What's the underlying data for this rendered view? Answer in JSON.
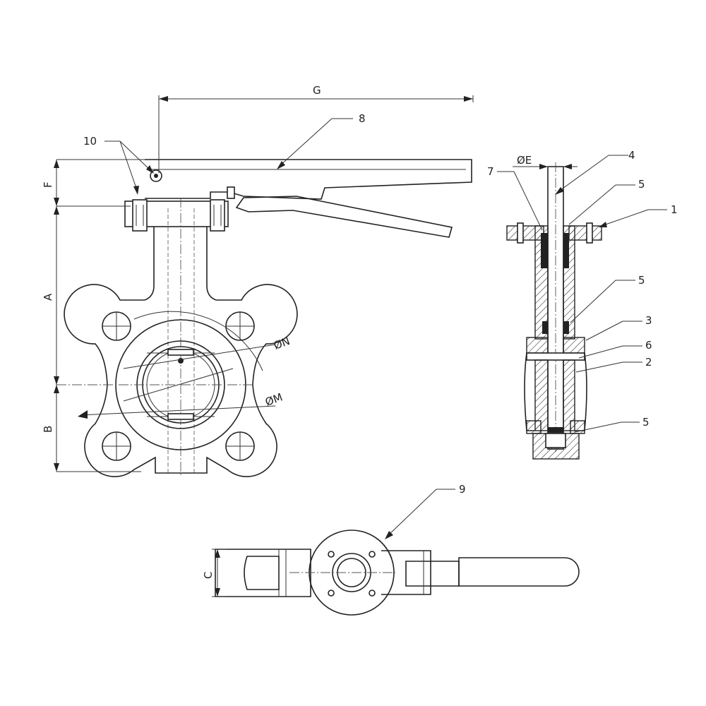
{
  "dimensions": {
    "G": "G",
    "F": "F",
    "A": "A",
    "B": "B",
    "C": "C",
    "phiN": "ØN",
    "phiM": "ØM",
    "phiE": "ØE"
  },
  "callouts": {
    "c1": "1",
    "c2": "2",
    "c3": "3",
    "c4": "4",
    "c5_top": "5",
    "c5_mid": "5",
    "c5_bottom": "5",
    "c6": "6",
    "c7": "7",
    "c8": "8",
    "c9": "9",
    "c10": "10"
  }
}
